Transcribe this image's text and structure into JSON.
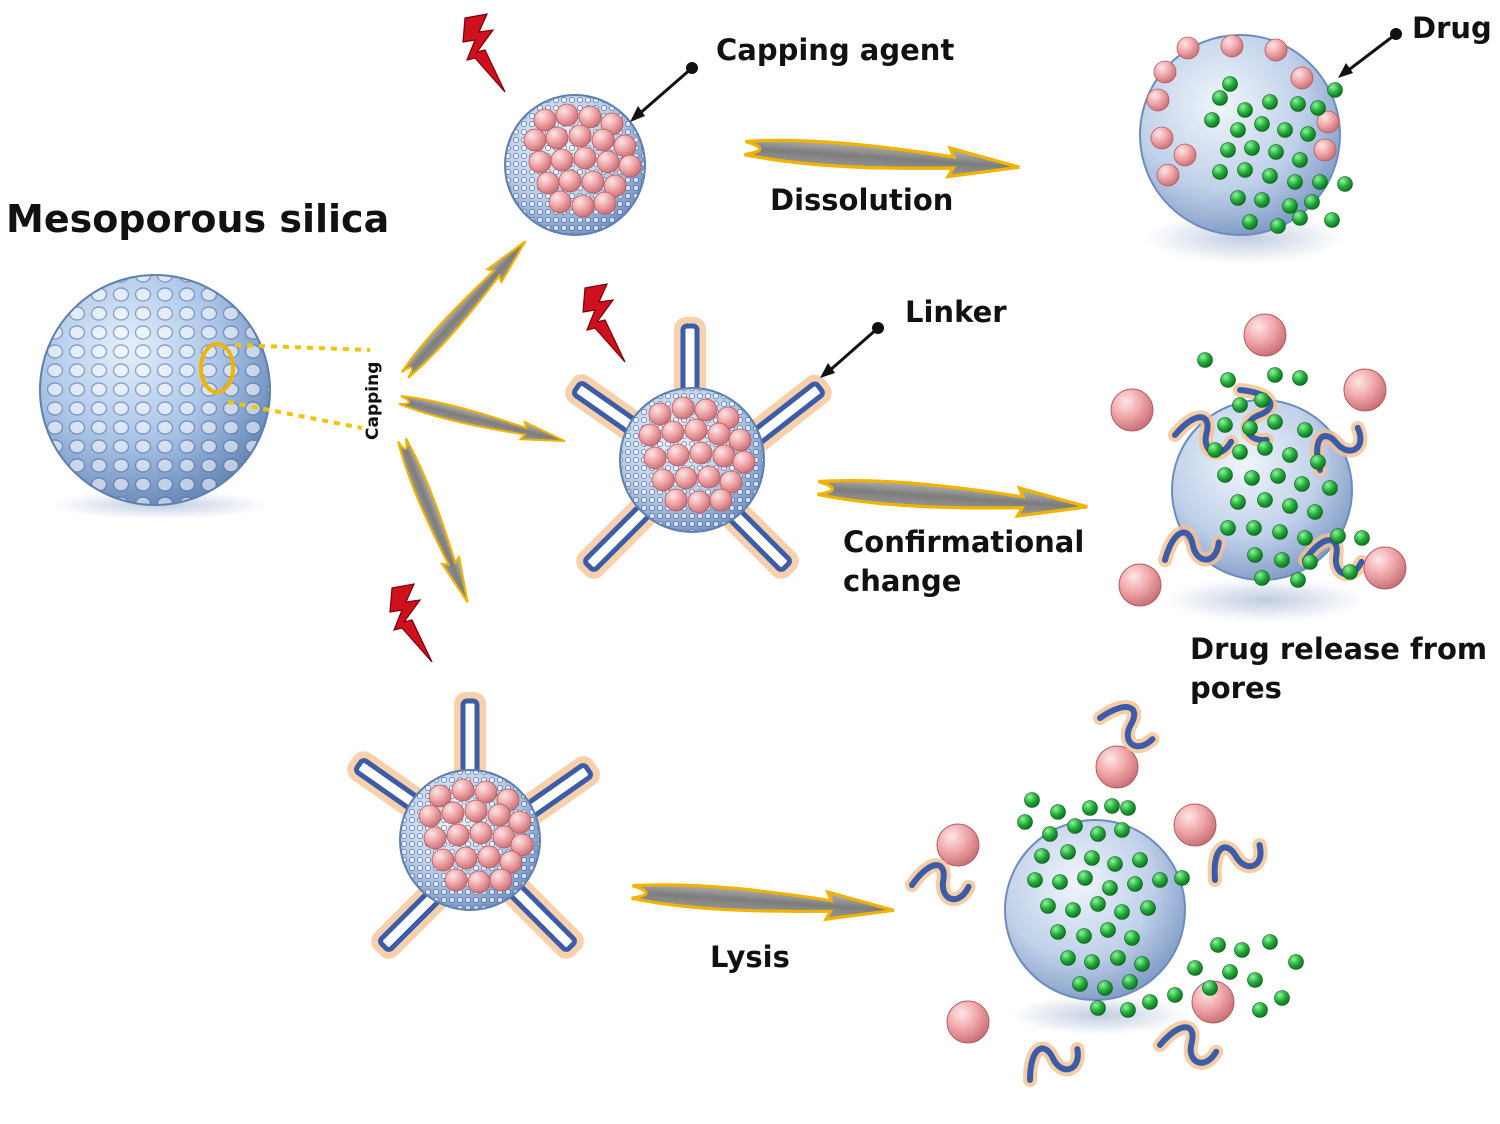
{
  "labels": {
    "title": "Mesoporous silica",
    "capping": "Capping",
    "capping_agent": "Capping agent",
    "drug": "Drug",
    "linker": "Linker",
    "dissolution": "Dissolution",
    "confirmational_line1": "Confirmational",
    "confirmational_line2": "change",
    "lysis": "Lysis",
    "drug_release_line1": "Drug release from",
    "drug_release_line2": "pores"
  },
  "colors": {
    "silica": "#a9c3e6",
    "cap": "#f0a6a9",
    "drug": "#22aa3a",
    "linker": "#3b5ca8",
    "linker_glow": "#f5c08f",
    "arrow_fill": "#8c8c8c",
    "arrow_edge": "#f0b400",
    "bolt": "#d0101c",
    "pointer": "#111111"
  },
  "icons": {
    "stimulus": "lightning-bolt-icon"
  }
}
